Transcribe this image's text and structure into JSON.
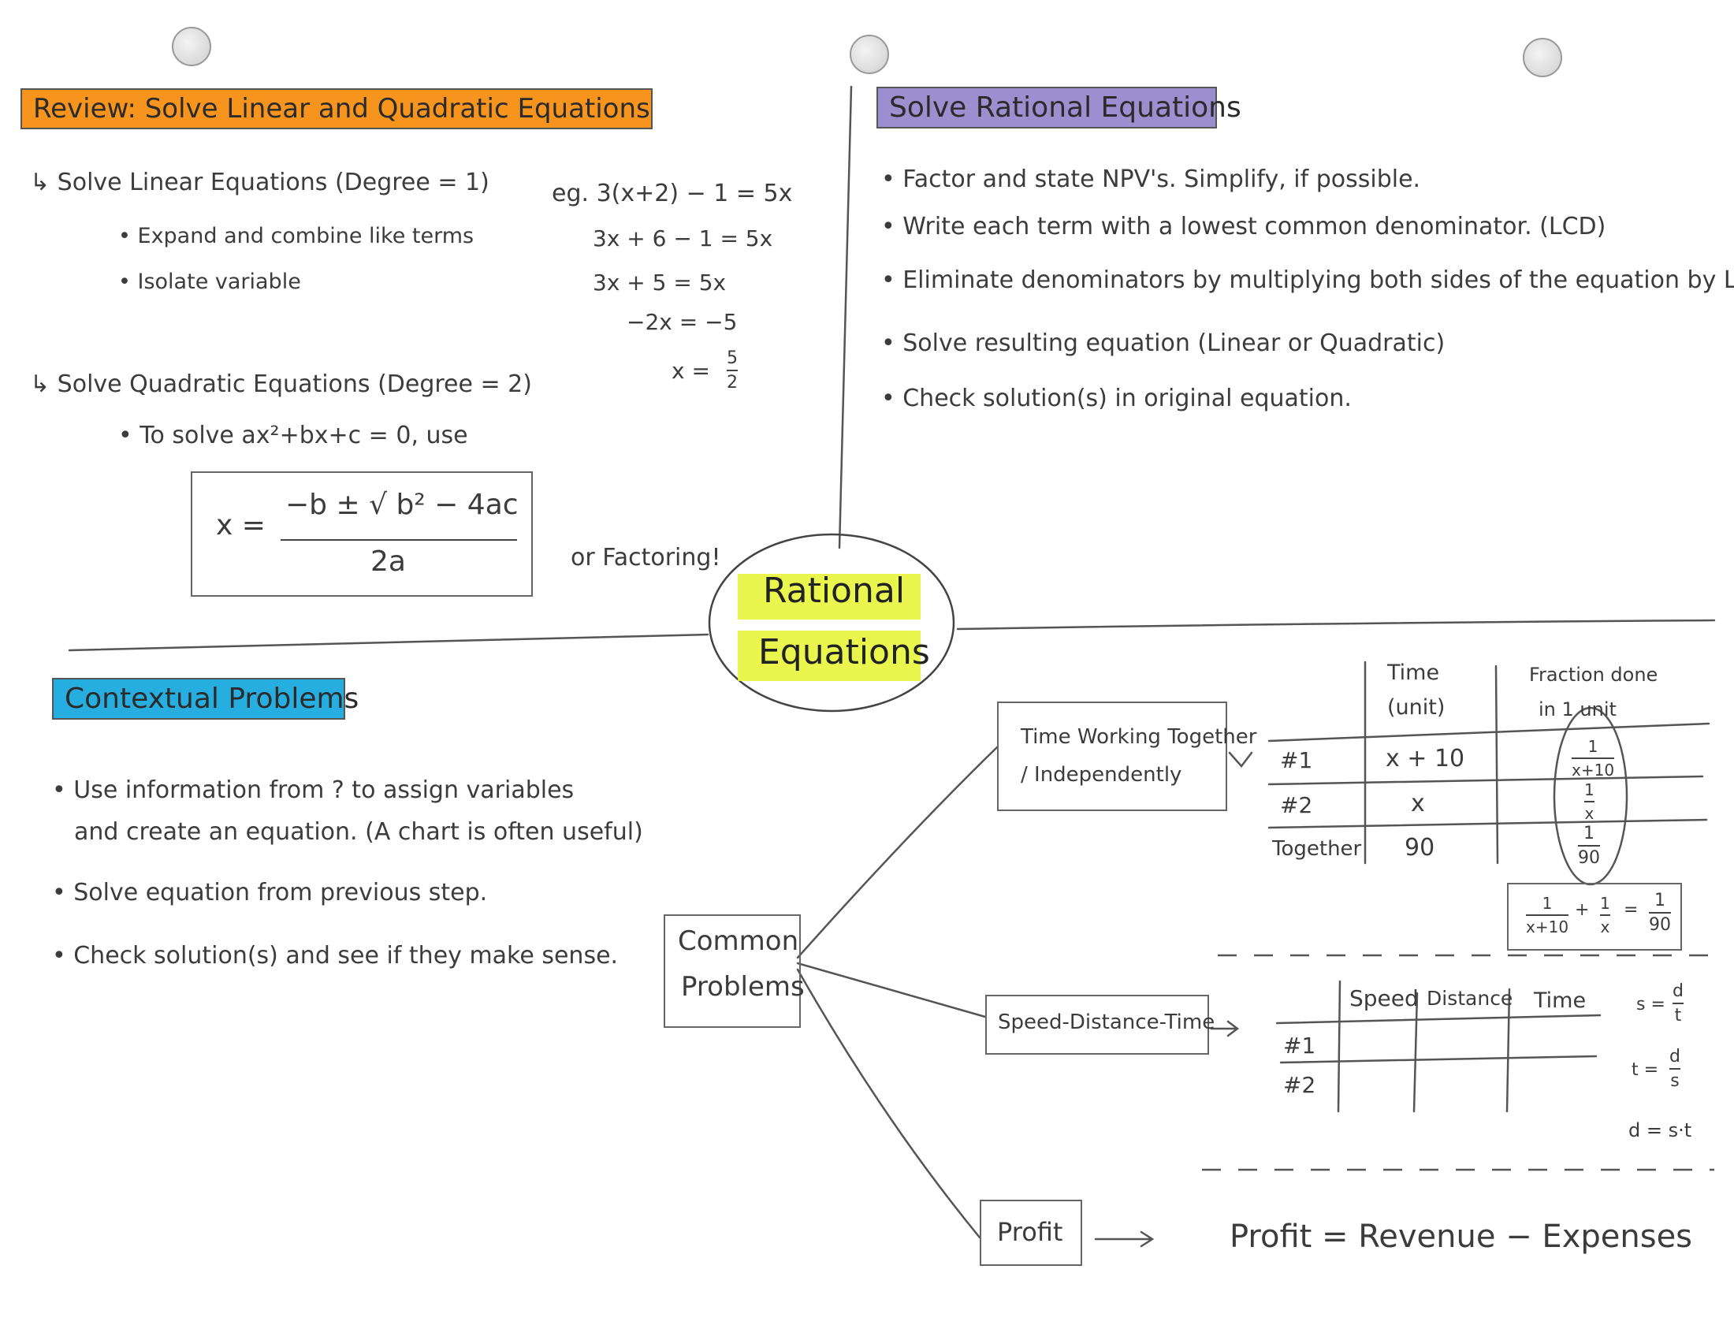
{
  "center": {
    "line1": "Rational",
    "line2": "Equations"
  },
  "review": {
    "title": "Review: Solve Linear and Quadratic Equations",
    "linear_heading": "↳ Solve Linear Equations (Degree = 1)",
    "linear_bullets": [
      "• Expand and combine like terms",
      "• Isolate variable"
    ],
    "example_steps": [
      "eg. 3(x+2) − 1 = 5x",
      "3x + 6 − 1 = 5x",
      "3x + 5 = 5x",
      "−2x = −5",
      "x ="
    ],
    "example_frac": {
      "num": "5",
      "den": "2"
    },
    "quadratic_heading": "↳ Solve Quadratic Equations (Degree = 2)",
    "quadratic_bullet": "• To solve ax²+bx+c = 0, use",
    "formula": {
      "lhs": "x =",
      "num": "−b ± √ b² − 4ac",
      "den": "2a"
    },
    "or_factoring": "or Factoring!"
  },
  "solve": {
    "title": "Solve Rational Equations",
    "bullets": [
      "• Factor and state NPV's. Simplify, if possible.",
      "• Write each term with a lowest common denominator. (LCD)",
      "• Eliminate denominators by multiplying both sides of the equation by LCD.",
      "• Solve resulting equation (Linear or Quadratic)",
      "• Check solution(s) in original equation."
    ]
  },
  "contextual": {
    "title": "Contextual Problems",
    "bullets": [
      "• Use information from ? to assign variables",
      "and create an equation. (A chart is often useful)",
      "• Solve equation from previous step.",
      "• Check solution(s) and see if they make sense."
    ]
  },
  "common": {
    "line1": "Common",
    "line2": "Problems"
  },
  "work": {
    "label1": "Time Working Together",
    "label2": "/ Independently",
    "headers": [
      "Time",
      "(unit)",
      "Fraction done",
      "in 1 unit"
    ],
    "rows": [
      {
        "label": "#1",
        "time": "x + 10",
        "frac_num": "1",
        "frac_den": "x+10"
      },
      {
        "label": "#2",
        "time": "x",
        "frac_num": "1",
        "frac_den": "x"
      },
      {
        "label": "Together",
        "time": "90",
        "frac_num": "1",
        "frac_den": "90"
      }
    ],
    "equation": {
      "a_num": "1",
      "a_den": "x+10",
      "plus": "+",
      "b_num": "1",
      "b_den": "x",
      "eq": "=",
      "c_num": "1",
      "c_den": "90"
    }
  },
  "speed": {
    "label": "Speed-Distance-Time",
    "headers": [
      "Speed",
      "Distance",
      "Time"
    ],
    "rows": [
      "#1",
      "#2"
    ],
    "formulas": [
      {
        "lhs": "s =",
        "num": "d",
        "den": "t"
      },
      {
        "lhs": "t =",
        "num": "d",
        "den": "s"
      }
    ],
    "formula3": "d = s·t"
  },
  "profit": {
    "label": "Profit",
    "formula": "Profit = Revenue − Expenses"
  },
  "colors": {
    "orange": "#f7941d",
    "purple": "#9b8fd0",
    "blue": "#27aee0",
    "yellow": "#e6f53a"
  }
}
